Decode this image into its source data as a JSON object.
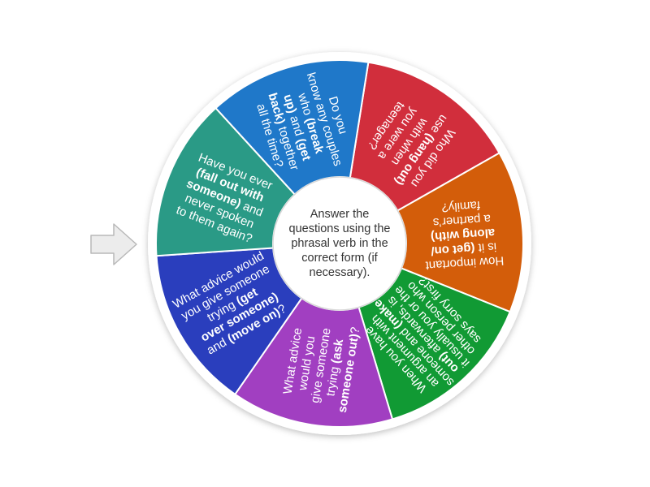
{
  "center": {
    "text": "Answer the questions using the phrasal verb in the correct form (if necessary)."
  },
  "pointer": {
    "icon": "arrow-right-icon",
    "color": "#e8e8e8"
  },
  "segments": [
    {
      "color": "#d12e3c",
      "lines": [
        [
          "Who did you"
        ],
        [
          "use ",
          "*(hang out)"
        ],
        [
          "with when"
        ],
        [
          "you were a"
        ],
        [
          "teenager?"
        ]
      ]
    },
    {
      "color": "#d35d0a",
      "lines": [
        [
          "How important"
        ],
        [
          "is it ",
          "*(get on/"
        ],
        [
          "*along with)"
        ],
        [
          "a partner’s"
        ],
        [
          "family?"
        ]
      ]
    },
    {
      "color": "#119a34",
      "lines": [
        [
          "When you have"
        ],
        [
          "an argument with"
        ],
        [
          "someone and ",
          "*(make"
        ],
        [
          "*out)",
          " afterwards, is"
        ],
        [
          "it usually you or the"
        ],
        [
          "other person who"
        ],
        [
          "says sorry first?"
        ]
      ]
    },
    {
      "color": "#a13fc1",
      "lines": [
        [
          "What advice"
        ],
        [
          "would you"
        ],
        [
          "give someone"
        ],
        [
          "trying ",
          "*(ask"
        ],
        [
          "*someone out)",
          "?"
        ]
      ]
    },
    {
      "color": "#2a3ebd",
      "lines": [
        [
          "What advice would"
        ],
        [
          "you give someone"
        ],
        [
          "trying ",
          "*(get"
        ],
        [
          "*over someone)"
        ],
        [
          "and ",
          "*(move on)",
          "?"
        ]
      ]
    },
    {
      "color": "#2a9a86",
      "lines": [
        [
          "Have you ever"
        ],
        [
          "*(fall out with"
        ],
        [
          "*someone)",
          " and"
        ],
        [
          "never spoken"
        ],
        [
          "to them again?"
        ]
      ]
    },
    {
      "color": "#1f78c9",
      "lines": [
        [
          "Do you"
        ],
        [
          "know any couples"
        ],
        [
          "who ",
          "*(break"
        ],
        [
          "*up)",
          " and ",
          "*(get"
        ],
        [
          "*back)",
          " together"
        ],
        [
          "all the time?"
        ]
      ]
    }
  ]
}
